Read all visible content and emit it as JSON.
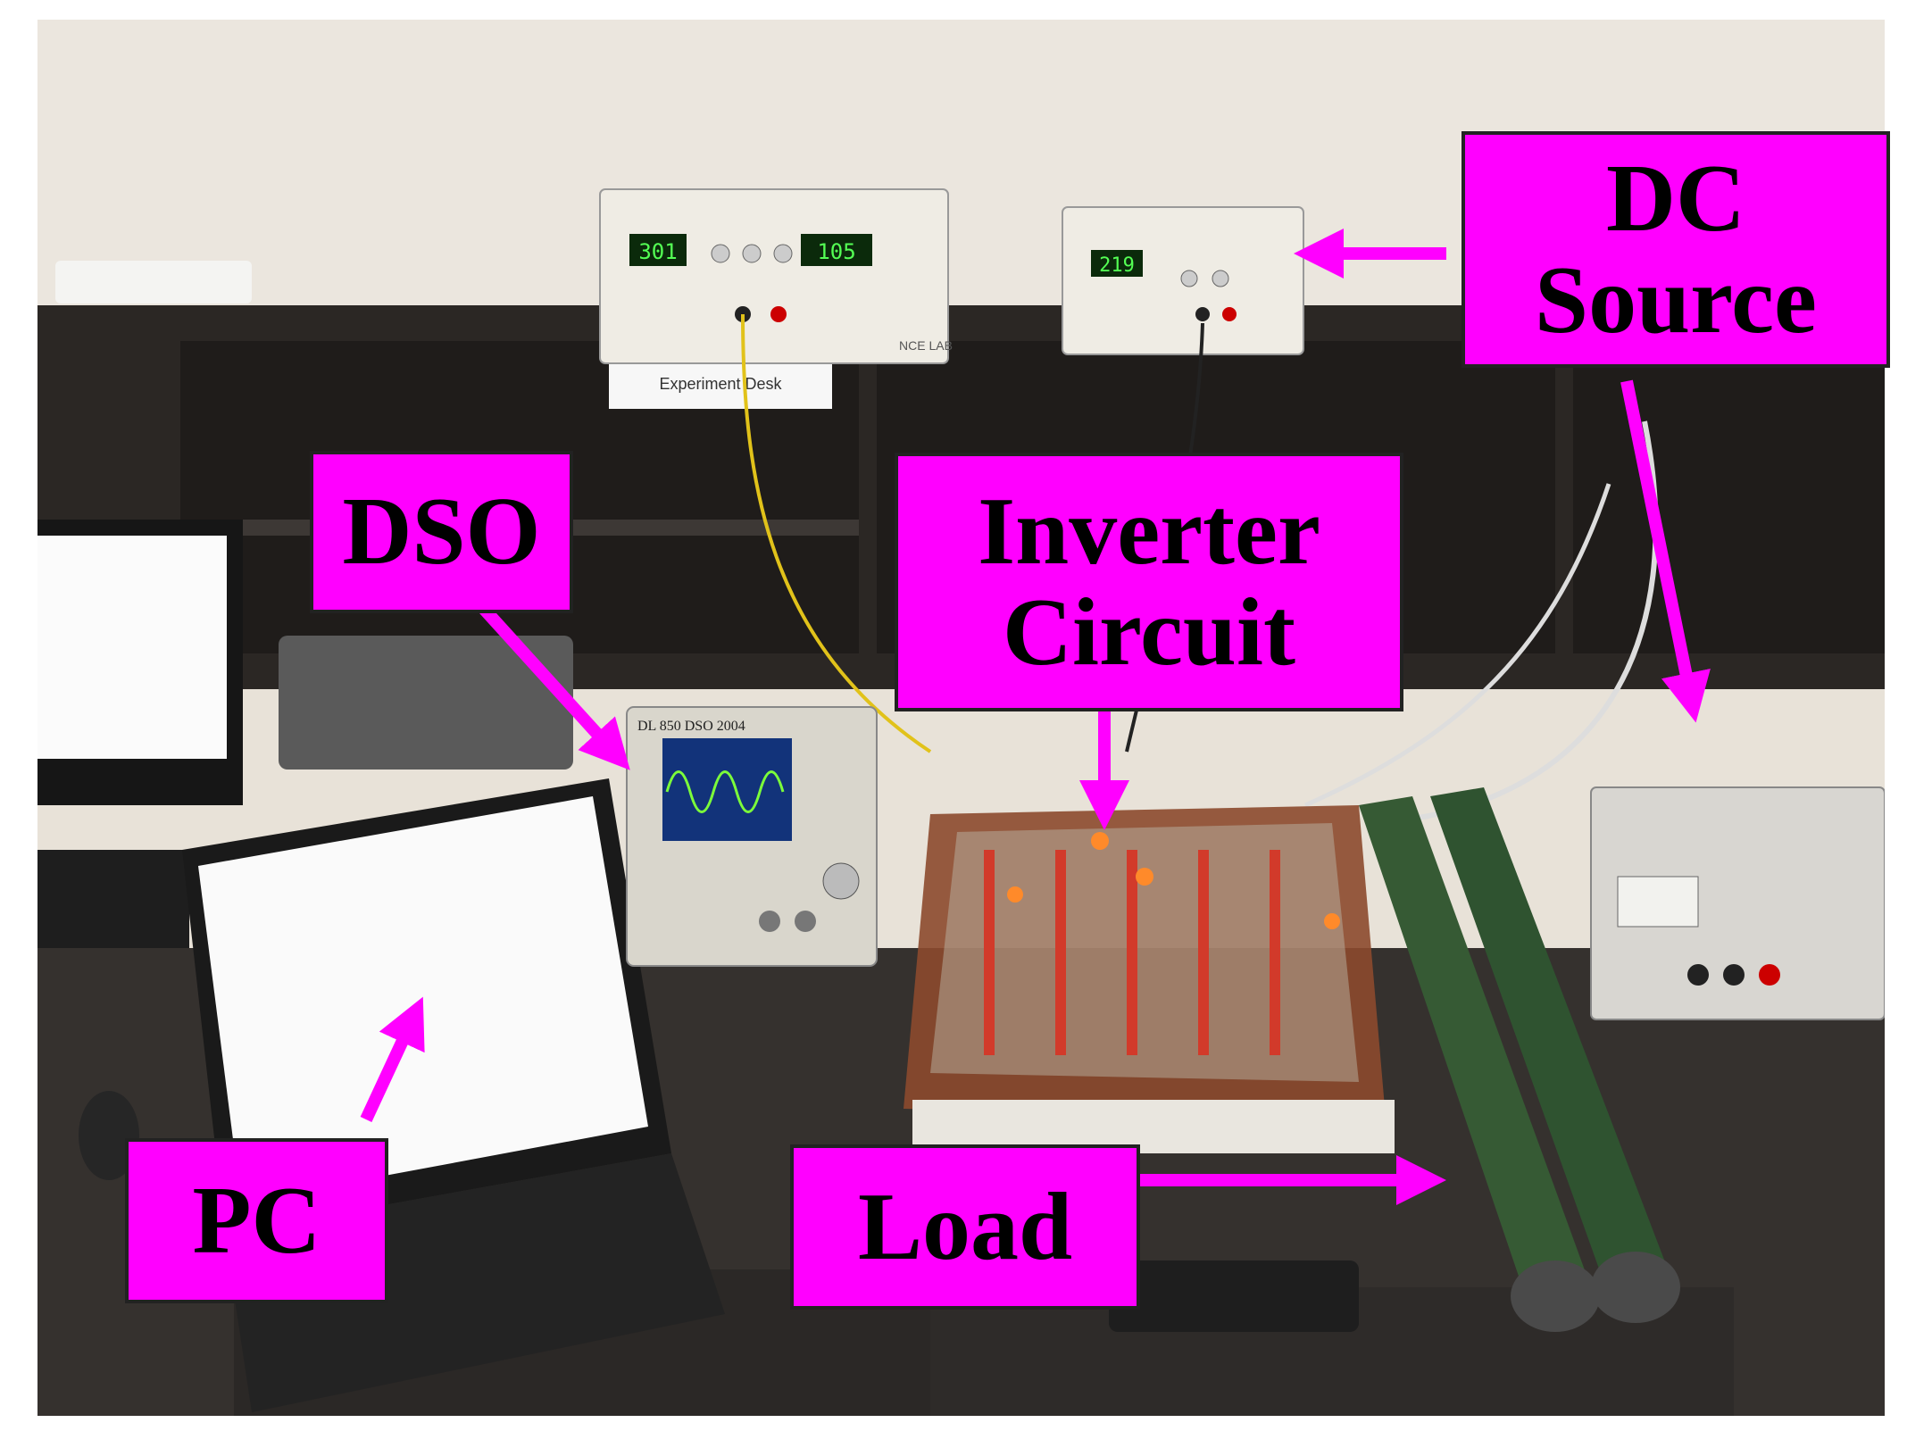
{
  "image": {
    "alt_subject": "Laboratory setup photo of a multilevel inverter experiment",
    "printed_texts": {
      "desk_sign": "Experiment Desk",
      "supply_left_display_a": "301",
      "supply_left_display_b": "105",
      "supply_left_brand": "NCE LAB",
      "supply_right_display": "219",
      "dso_brand": "DL 850 DSO 2004"
    }
  },
  "labels": {
    "dc_source": {
      "line1": "DC",
      "line2": "Source"
    },
    "dso": {
      "text": "DSO"
    },
    "inverter": {
      "line1": "Inverter",
      "line2": "Circuit"
    },
    "pc": {
      "text": "PC"
    },
    "load": {
      "text": "Load"
    }
  },
  "colors": {
    "label_fill": "#ff00ff",
    "arrow": "#ff00ff",
    "wall": "#e9e3da",
    "shelf": "#2a2725",
    "desk": "#3a3633"
  }
}
